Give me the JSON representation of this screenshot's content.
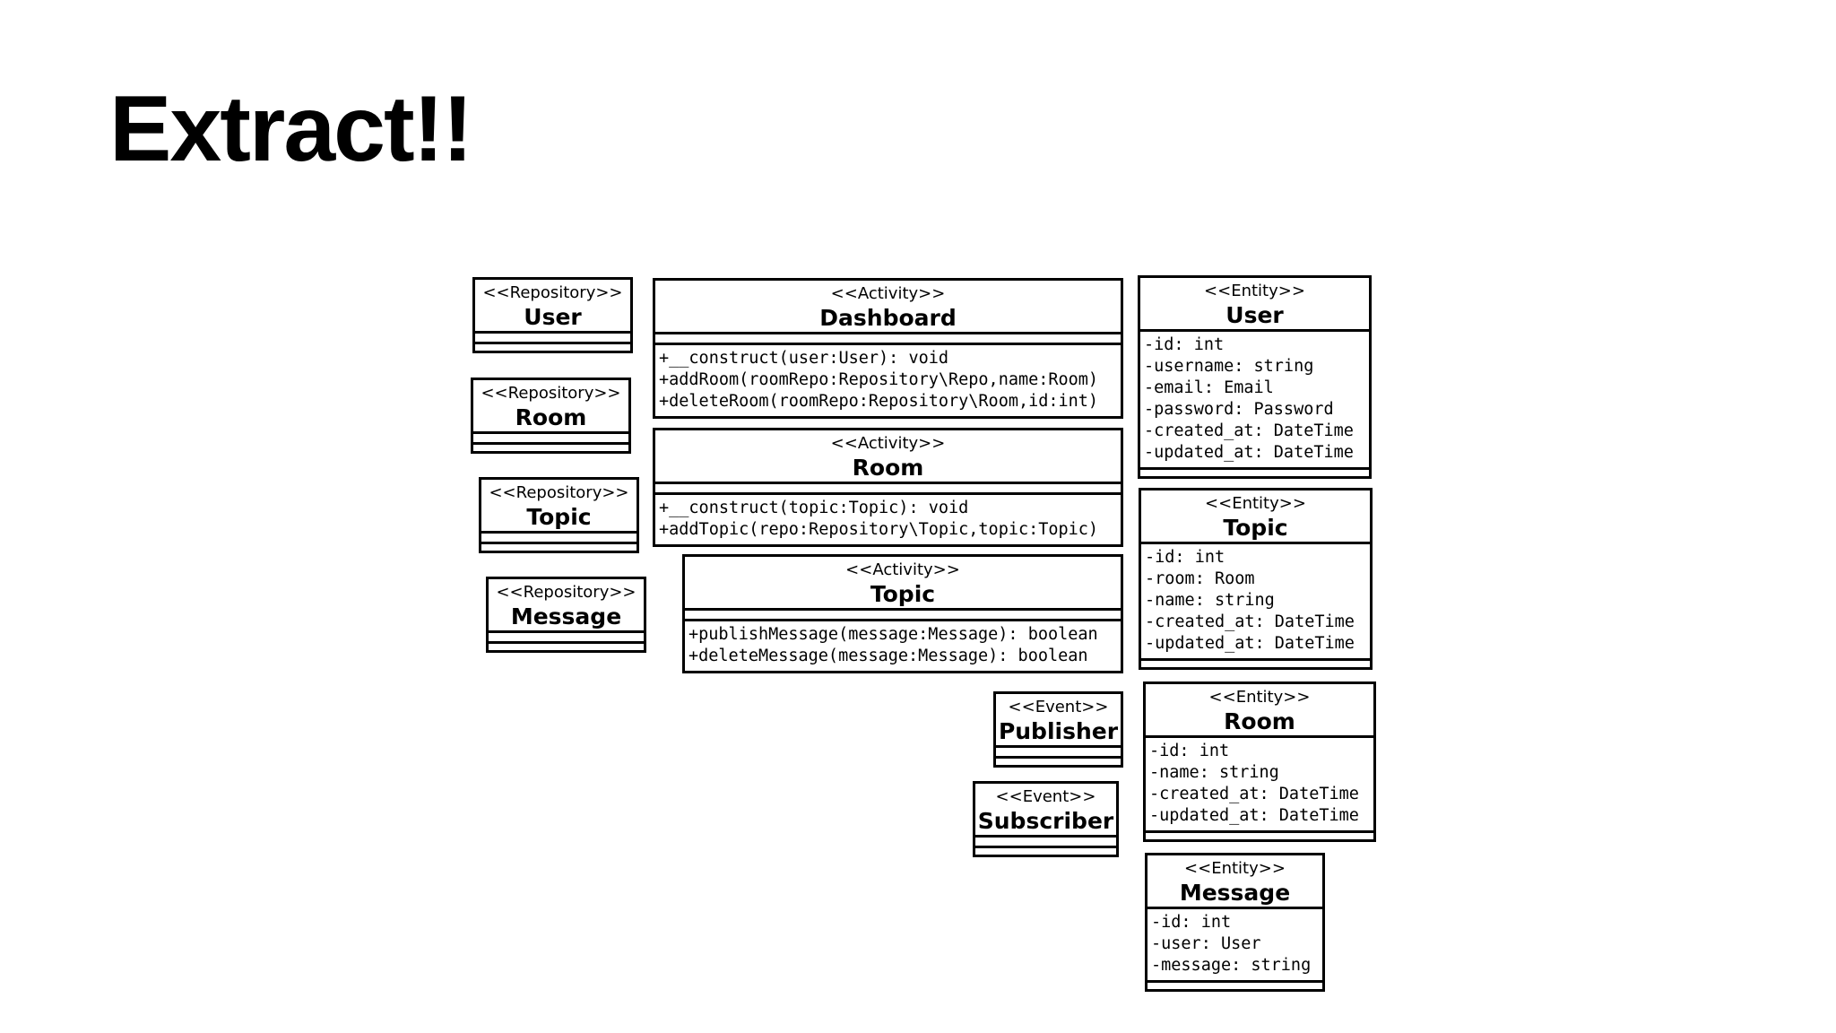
{
  "title": "Extract!!",
  "classes": [
    {
      "key": "repo-user",
      "stereotype": "<<Repository>>",
      "name": "User",
      "attributes": [],
      "operations": []
    },
    {
      "key": "repo-room",
      "stereotype": "<<Repository>>",
      "name": "Room",
      "attributes": [],
      "operations": []
    },
    {
      "key": "repo-topic",
      "stereotype": "<<Repository>>",
      "name": "Topic",
      "attributes": [],
      "operations": []
    },
    {
      "key": "repo-message",
      "stereotype": "<<Repository>>",
      "name": "Message",
      "attributes": [],
      "operations": []
    },
    {
      "key": "activity-dashboard",
      "stereotype": "<<Activity>>",
      "name": "Dashboard",
      "attributes": [],
      "operations": [
        "+__construct(user:User): void",
        "+addRoom(roomRepo:Repository\\Repo,name:Room)",
        "+deleteRoom(roomRepo:Repository\\Room,id:int)"
      ]
    },
    {
      "key": "activity-room",
      "stereotype": "<<Activity>>",
      "name": "Room",
      "attributes": [],
      "operations": [
        "+__construct(topic:Topic): void",
        "+addTopic(repo:Repository\\Topic,topic:Topic)"
      ]
    },
    {
      "key": "activity-topic",
      "stereotype": "<<Activity>>",
      "name": "Topic",
      "attributes": [],
      "operations": [
        "+publishMessage(message:Message): boolean",
        "+deleteMessage(message:Message): boolean"
      ]
    },
    {
      "key": "event-publisher",
      "stereotype": "<<Event>>",
      "name": "Publisher",
      "attributes": [],
      "operations": []
    },
    {
      "key": "event-subscriber",
      "stereotype": "<<Event>>",
      "name": "Subscriber",
      "attributes": [],
      "operations": []
    },
    {
      "key": "entity-user",
      "stereotype": "<<Entity>>",
      "name": "User",
      "attributes": [
        "-id: int",
        "-username: string",
        "-email: Email",
        "-password: Password",
        "-created_at: DateTime",
        "-updated_at: DateTime"
      ],
      "operations": []
    },
    {
      "key": "entity-topic",
      "stereotype": "<<Entity>>",
      "name": "Topic",
      "attributes": [
        "-id: int",
        "-room: Room",
        "-name: string",
        "-created_at: DateTime",
        "-updated_at: DateTime"
      ],
      "operations": []
    },
    {
      "key": "entity-room",
      "stereotype": "<<Entity>>",
      "name": "Room",
      "attributes": [
        "-id: int",
        "-name: string",
        "-created_at: DateTime",
        "-updated_at: DateTime"
      ],
      "operations": []
    },
    {
      "key": "entity-message",
      "stereotype": "<<Entity>>",
      "name": "Message",
      "attributes": [
        "-id: int",
        "-user: User",
        "-message: string"
      ],
      "operations": []
    }
  ]
}
